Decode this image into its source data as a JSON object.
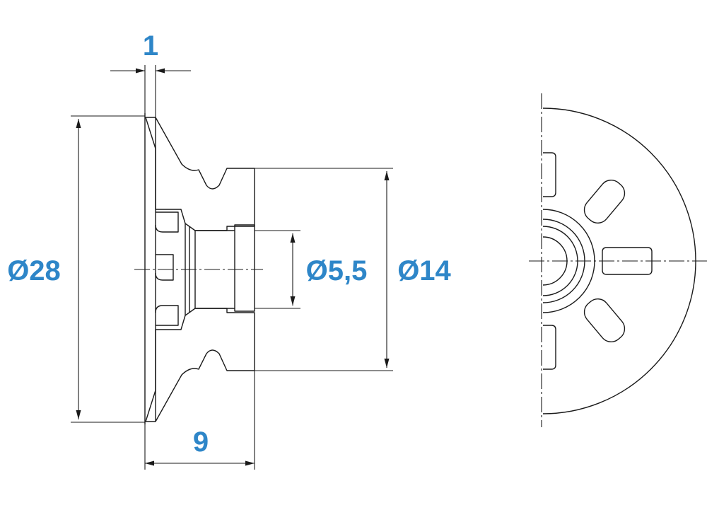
{
  "accent_color": "#2e86c8",
  "line_color": "#1a1a1a",
  "dimensions": {
    "thickness": "1",
    "outer_diameter": "Ø28",
    "hole_diameter": "Ø5,5",
    "neck_diameter": "Ø14",
    "length": "9"
  }
}
